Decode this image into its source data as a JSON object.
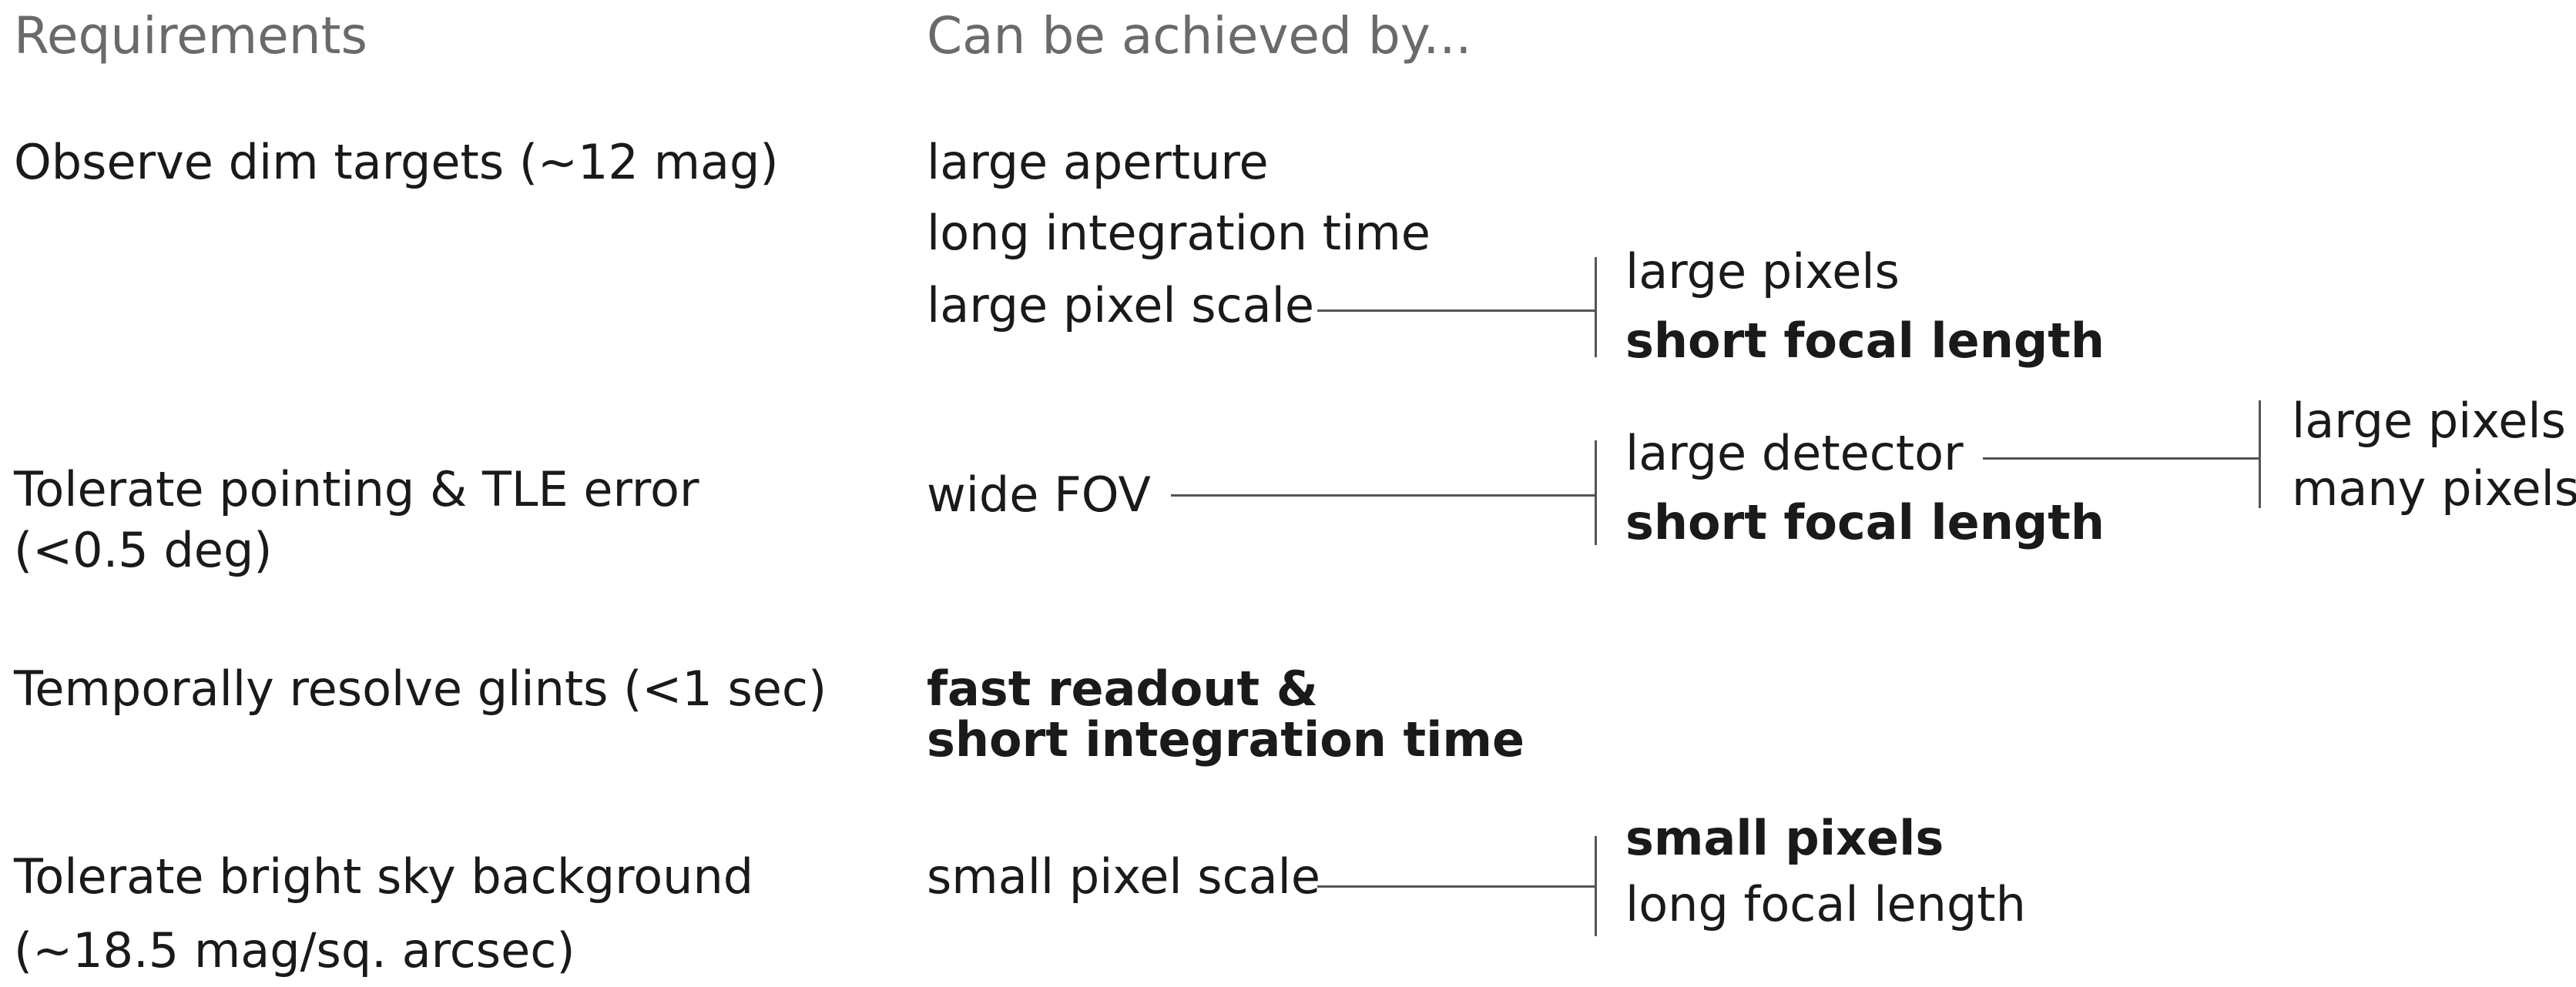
{
  "headers": {
    "requirements": "Requirements",
    "achieved_by": "Can be achieved by..."
  },
  "rows": {
    "dim": {
      "requirement": "Observe dim targets (~12 mag)",
      "means": [
        "large aperture",
        "long integration time",
        "large pixel scale"
      ],
      "pixel_scale_branch": [
        "large pixels",
        "short focal length"
      ]
    },
    "pointing": {
      "requirement_line1": "Tolerate pointing & TLE error",
      "requirement_line2": "(<0.5 deg)",
      "means": "wide FOV",
      "fov_branch": [
        "large detector",
        "short focal length"
      ],
      "detector_branch": [
        "large pixels",
        "many pixels"
      ]
    },
    "glints": {
      "requirement": "Temporally resolve glints (<1 sec)",
      "means_line1": "fast readout &",
      "means_line2": "short integration time"
    },
    "sky": {
      "requirement_line1": "Tolerate bright sky background",
      "requirement_line2": "(~18.5 mag/sq. arcsec)",
      "means": "small pixel scale",
      "pixel_scale_branch": [
        "small pixels",
        "long focal length"
      ]
    }
  }
}
